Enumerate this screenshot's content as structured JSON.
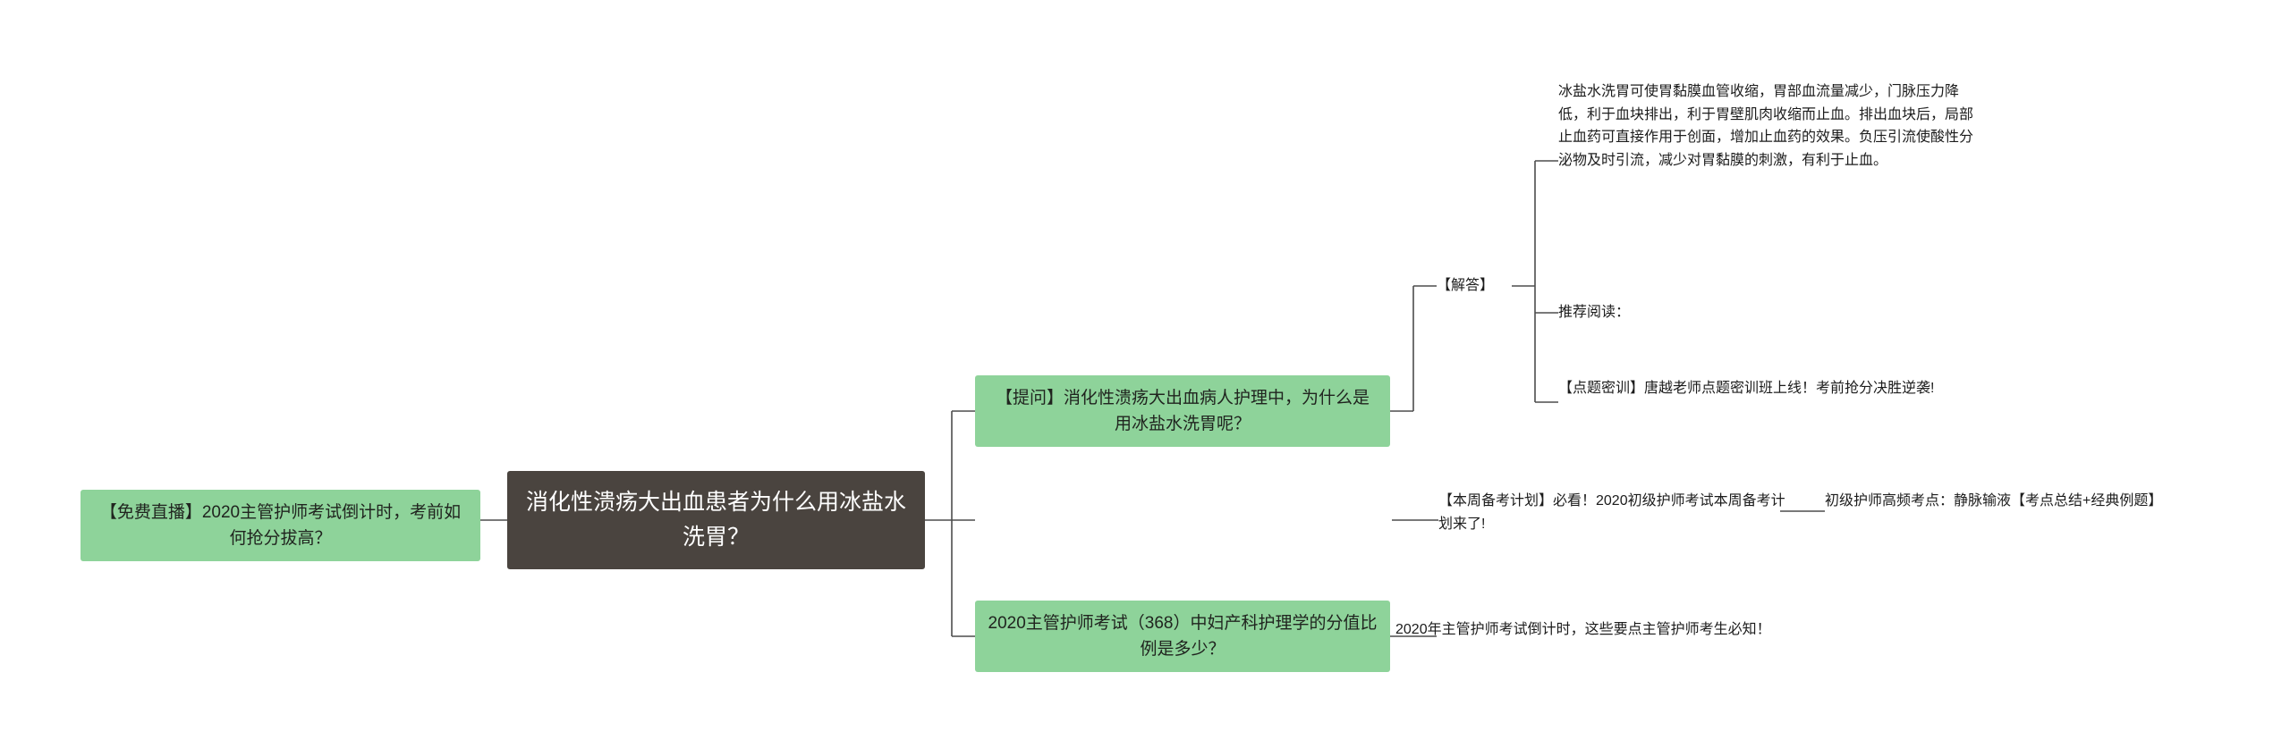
{
  "diagram": {
    "type": "mindmap",
    "root": {
      "text": "消化性溃疡大出血患者为什么用冰盐水洗胃？"
    },
    "left_branch": {
      "text": "【免费直播】2020主管护师考试倒计时，考前如何抢分拔高？"
    },
    "right_branches": [
      {
        "text": "【提问】消化性溃疡大出血病人护理中，为什么是用冰盐水洗胃呢？",
        "children": [
          {
            "text": "【解答】",
            "children": [
              {
                "text": "冰盐水洗胃可使胃黏膜血管收缩，胃部血流量减少，门脉压力降低，利于血块排出，利于胃壁肌肉收缩而止血。排出血块后，局部止血药可直接作用于创面，增加止血药的效果。负压引流使酸性分泌物及时引流，减少对胃黏膜的刺激，有利于止血。"
              },
              {
                "text": "推荐阅读："
              },
              {
                "text": "【点题密训】唐越老师点题密训班上线！考前抢分决胜逆袭!"
              }
            ]
          }
        ]
      },
      {
        "text": "【本周备考计划】必看！2020初级护师考试本周备考计划来了!",
        "children": [
          {
            "text": "初级护师高频考点：静脉输液【考点总结+经典例题】"
          }
        ]
      },
      {
        "text": "2020主管护师考试（368）中妇产科护理学的分值比例是多少？",
        "children": [
          {
            "text": "2020年主管护师考试倒计时，这些要点主管护师考生必知！"
          }
        ]
      }
    ],
    "colors": {
      "root_bg": "#4a443f",
      "root_text": "#ffffff",
      "green_bg": "#8ed39a",
      "green_text": "#20241f",
      "line": "#4d4d4d",
      "plain_text": "#1c1c1c"
    }
  }
}
